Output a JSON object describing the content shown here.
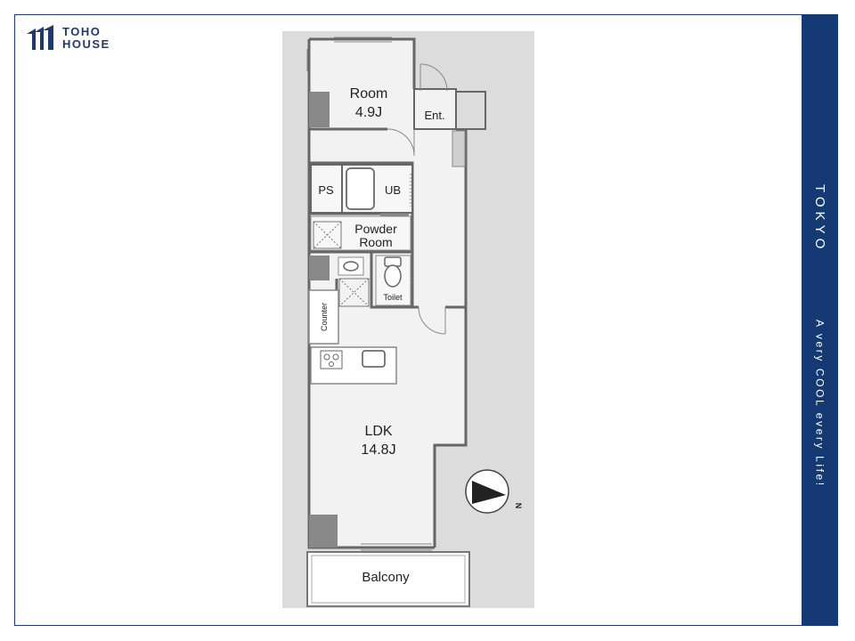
{
  "brand": {
    "line1": "TOHO",
    "line2": "HOUSE"
  },
  "side_panel": {
    "title": "TOKYO",
    "tagline": "A very COOL every Life!"
  },
  "rooms": {
    "room": {
      "name": "Room",
      "size": "4.9J"
    },
    "entrance": "Ent.",
    "ps": "PS",
    "ub": "UB",
    "powder_line1": "Powder",
    "powder_line2": "Room",
    "toilet": "Toilet",
    "counter": "Counter",
    "ldk": {
      "name": "LDK",
      "size": "14.8J"
    },
    "balcony": "Balcony"
  },
  "compass": {
    "label": "N"
  },
  "colors": {
    "brand_navy": "#153a73",
    "plan_background": "#dcdcdc",
    "wall_gray": "#888888",
    "floor": "#f2f2f2"
  }
}
